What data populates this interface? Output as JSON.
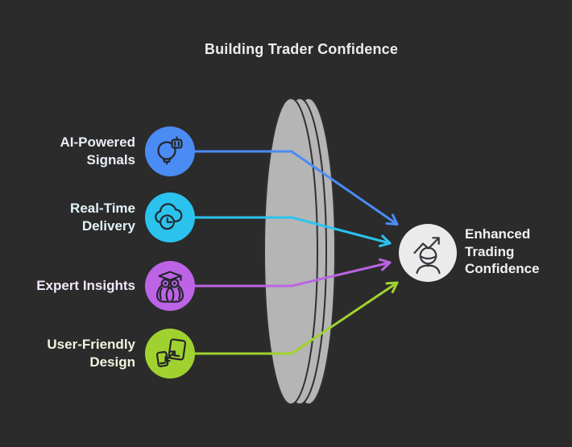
{
  "title": "Building Trader Confidence",
  "title_color": "#ededed",
  "canvas": {
    "background": "#2b2b2b"
  },
  "icon_stroke": "#24262a",
  "lens": {
    "fill": "#b5b5b5",
    "outline": "#2e3033"
  },
  "nodes": [
    {
      "id": "ai-powered-signals",
      "label": "AI-Powered\nSignals",
      "color": "#4b8bf4",
      "label_color": "#e9edf6",
      "icon": "ai-lightbulb-robot-icon"
    },
    {
      "id": "real-time-delivery",
      "label": "Real-Time\nDelivery",
      "color": "#2bc3ee",
      "label_color": "#e3f2f8",
      "icon": "cloud-clock-icon"
    },
    {
      "id": "expert-insights",
      "label": "Expert Insights",
      "color": "#bc63e6",
      "label_color": "#f2e7f9",
      "icon": "owl-graduation-icon"
    },
    {
      "id": "user-friendly-design",
      "label": "User-Friendly\nDesign",
      "color": "#a0d22f",
      "label_color": "#eef6dd",
      "icon": "devices-responsive-icon"
    }
  ],
  "result": {
    "id": "enhanced-trading-confidence",
    "label": "Enhanced\nTrading\nConfidence",
    "circle_color": "#ebebeb",
    "icon_color": "#35383c",
    "label_color": "#f1f1f1",
    "icon": "trader-growth-icon"
  }
}
